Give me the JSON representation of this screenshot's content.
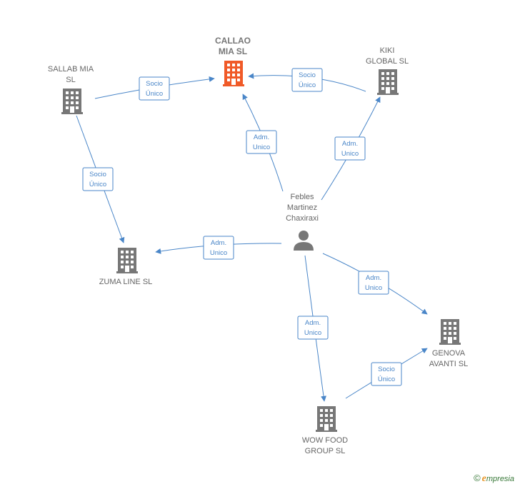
{
  "colors": {
    "edge": "#4a86c8",
    "building": "#777777",
    "main_building": "#f05a28",
    "person": "#777777"
  },
  "nodes": {
    "callao": {
      "lines": [
        "CALLAO",
        "MIA  SL"
      ],
      "icon": "building-icon",
      "main": true
    },
    "sallab": {
      "lines": [
        "SALLAB MIA",
        "SL"
      ],
      "icon": "building-icon"
    },
    "kiki": {
      "lines": [
        "KIKI",
        "GLOBAL  SL"
      ],
      "icon": "building-icon"
    },
    "zuma": {
      "lines": [
        "ZUMA LINE  SL"
      ],
      "icon": "building-icon"
    },
    "person": {
      "lines": [
        "Febles",
        "Martinez",
        "Chaxiraxi"
      ],
      "icon": "person-icon"
    },
    "genova": {
      "lines": [
        "GENOVA",
        "AVANTI  SL"
      ],
      "icon": "building-icon"
    },
    "wowfood": {
      "lines": [
        "WOW FOOD",
        "GROUP  SL"
      ],
      "icon": "building-icon"
    }
  },
  "edges": [
    {
      "id": "sallab-callao",
      "lines": [
        "Socio",
        "Único"
      ]
    },
    {
      "id": "kiki-callao",
      "lines": [
        "Socio",
        "Único"
      ]
    },
    {
      "id": "person-callao",
      "lines": [
        "Adm.",
        "Unico"
      ]
    },
    {
      "id": "person-kiki",
      "lines": [
        "Adm.",
        "Unico"
      ]
    },
    {
      "id": "sallab-zuma",
      "lines": [
        "Socio",
        "Único"
      ]
    },
    {
      "id": "person-zuma",
      "lines": [
        "Adm.",
        "Unico"
      ]
    },
    {
      "id": "person-genova",
      "lines": [
        "Adm.",
        "Unico"
      ]
    },
    {
      "id": "person-wowfood",
      "lines": [
        "Adm.",
        "Unico"
      ]
    },
    {
      "id": "wowfood-genova",
      "lines": [
        "Socio",
        "Único"
      ]
    }
  ],
  "footer": {
    "copyright": "©",
    "brand_first": "e",
    "brand_rest": "mpresia"
  }
}
